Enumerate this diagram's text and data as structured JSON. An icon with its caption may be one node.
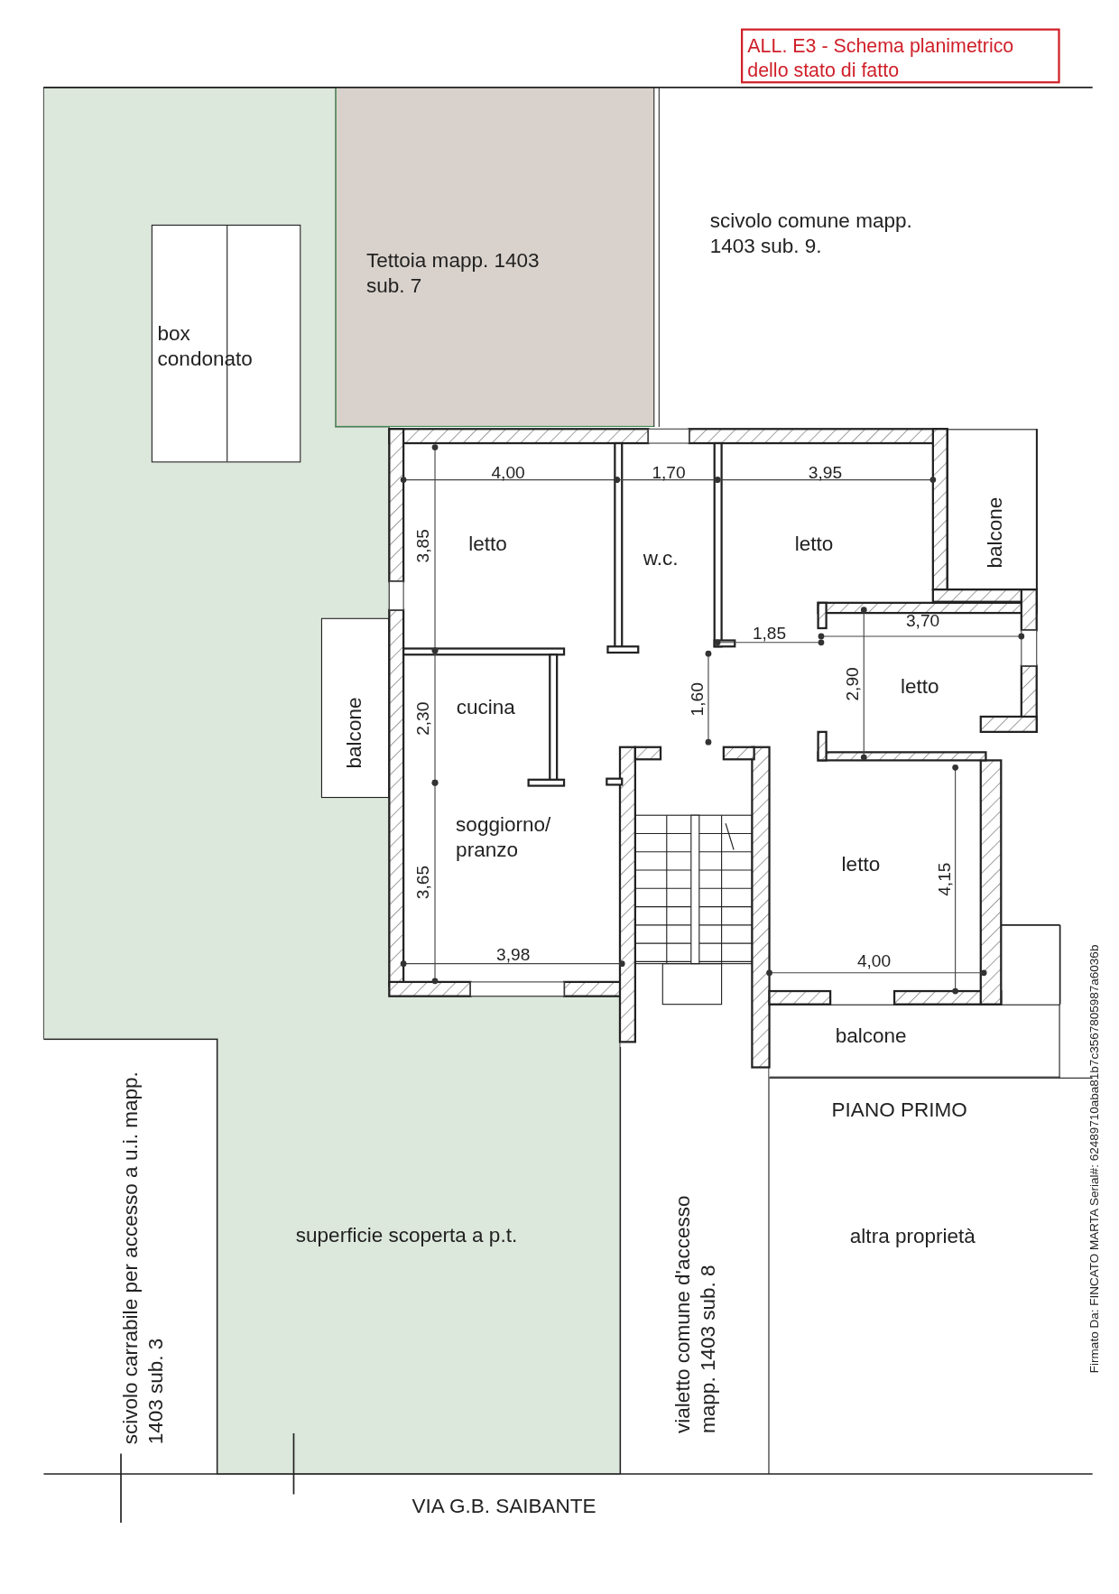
{
  "diagram": {
    "nodes": [
      {
        "text": [
          "ALL. E3 - Schema planimetrico dello stato di fatto"
        ]
      },
      {
        "text": [
          "Tettoia mapp. 1403 sub. 7"
        ]
      },
      {
        "text": [
          "scivolo comune mapp. 1403 sub. 9."
        ]
      },
      {
        "text": [
          "box condonato"
        ],
        "in": 15
      },
      {
        "text": [
          "letto"
        ]
      },
      {
        "text": [
          "w.c."
        ]
      },
      {
        "text": [
          "letto"
        ]
      },
      {
        "text": [
          "balcone"
        ]
      },
      {
        "text": [
          "letto"
        ]
      },
      {
        "text": [
          "balcone"
        ],
        "in": 15
      },
      {
        "text": [
          "cucina"
        ]
      },
      {
        "text": [
          "soggiorno/ pranzo"
        ]
      },
      {
        "text": [
          "letto"
        ]
      },
      {
        "text": [
          "balcone"
        ]
      },
      {
        "text": [
          "scivolo carrabile per accesso a u.i. mapp. 1403 sub. 3"
        ]
      },
      {
        "text": [
          "superficie scoperta a p.t."
        ]
      },
      {
        "text": [
          "vialetto comune d'accesso mapp. 1403 sub. 8"
        ]
      },
      {
        "text": [
          "altra proprietà"
        ]
      }
    ],
    "labels": [
      "4,00",
      "1,70",
      "3,95",
      "3,85",
      "1,85",
      "3,70",
      "2,90",
      "1,60",
      "2,30",
      "3,65",
      "4,15",
      "3,98",
      "4,00",
      "PIANO PRIMO",
      "VIA G.B. SAIBANTE",
      "Firmato Da: FINCATO MARTA Serial#: 62489710aba81b7c3567805987a6036b"
    ]
  }
}
